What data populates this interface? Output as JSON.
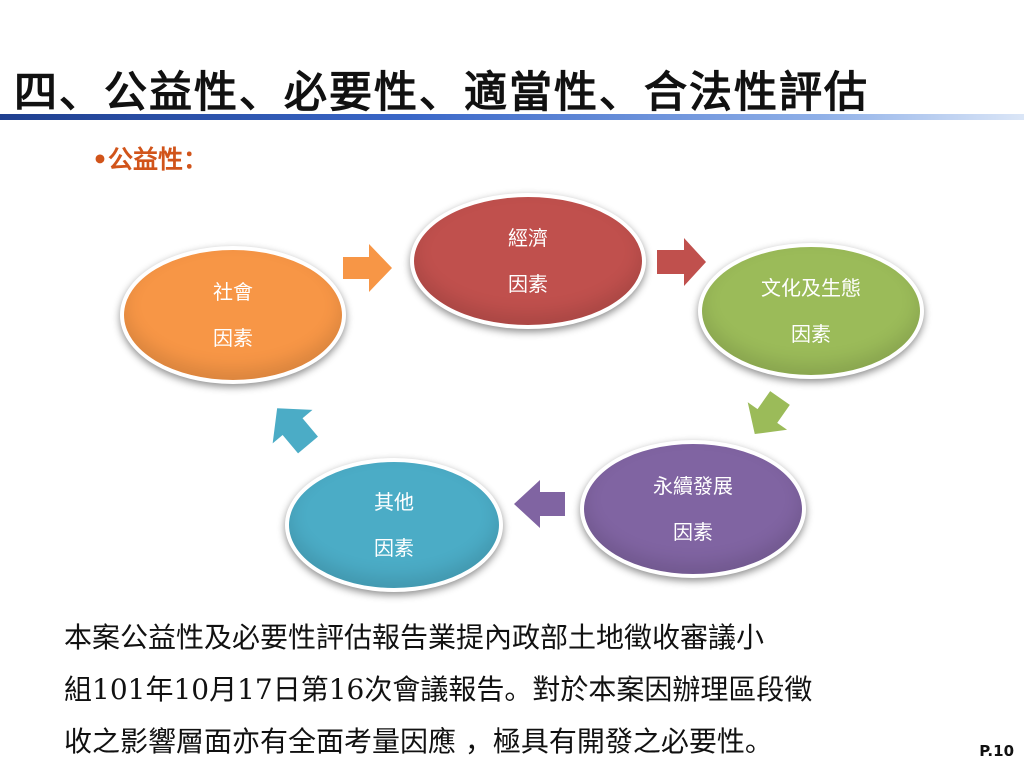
{
  "slide": {
    "title": "四、公益性、必要性、適當性、合法性評估",
    "bullet": "•公益性：",
    "page_number": "P.10"
  },
  "diagram": {
    "nodes": [
      {
        "id": "economy",
        "line1": "經濟",
        "line2": "因素",
        "color": "#c0504d"
      },
      {
        "id": "culture-ecology",
        "line1": "文化及生態",
        "line2": "因素",
        "color": "#9bbb59"
      },
      {
        "id": "sustainable",
        "line1": "永續發展",
        "line2": "因素",
        "color": "#8064a2"
      },
      {
        "id": "other",
        "line1": "其他",
        "line2": "因素",
        "color": "#4bacc6"
      },
      {
        "id": "social",
        "line1": "社會",
        "line2": "因素",
        "color": "#f79646"
      }
    ],
    "arrow_colors": [
      "#f79646",
      "#c0504d",
      "#9bbb59",
      "#8064a2",
      "#4bacc6"
    ]
  },
  "body": {
    "lines": [
      "本案公益性及必要性評估報告業提內政部土地徵收審議小",
      "組101年10月17日第16次會議報告。對於本案因辦理區段徵",
      "收之影響層面亦有全面考量因應 ，極具有開發之必要性。"
    ]
  }
}
